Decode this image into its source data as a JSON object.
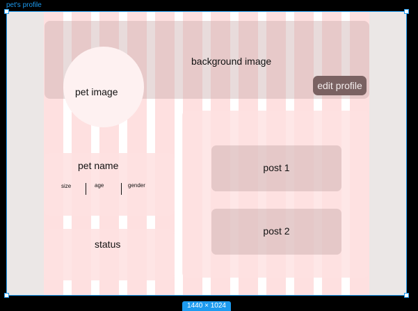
{
  "frame": {
    "title": "pet's profile",
    "dimensions": "1440 × 1024"
  },
  "header": {
    "background_label": "background image",
    "pet_image_label": "pet image",
    "edit_button_label": "edit profile"
  },
  "info": {
    "pet_name_label": "pet name",
    "fields": [
      "size",
      "age",
      "gender"
    ]
  },
  "status": {
    "label": "status"
  },
  "feed": {
    "posts": [
      {
        "label": "post 1"
      },
      {
        "label": "post 2"
      }
    ]
  },
  "colors": {
    "selection": "#1d9bf0",
    "canvas": "#ebe7e6",
    "grid_column": "#fee0e0",
    "button": "#7a6262"
  }
}
